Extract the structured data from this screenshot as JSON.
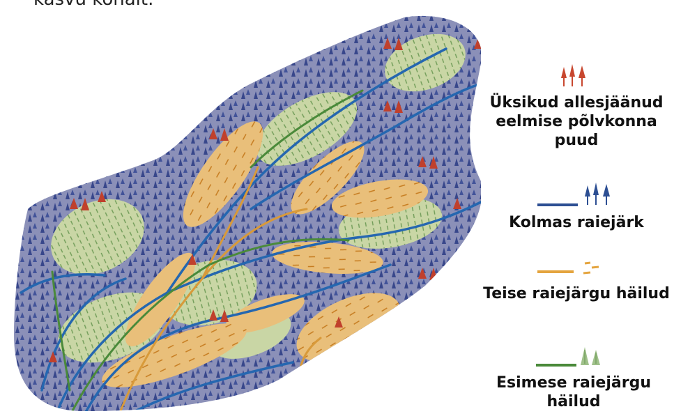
{
  "header": {
    "title_fragment": "kasvu kohalt."
  },
  "legend": [
    {
      "label": "Üksikud allesjäänud eelmise põlvkonna puud",
      "icon": "red-trees-icon",
      "color": "#c8472f"
    },
    {
      "label": "Kolmas raiejärk",
      "icon": "blue-line-trees-icon",
      "color": "#2d4f93"
    },
    {
      "label": "Teise raiejärgu häilud",
      "icon": "orange-line-dashes-icon",
      "color": "#e4a43e"
    },
    {
      "label": "Esimese raiejärgu häilud",
      "icon": "green-line-seedlings-icon",
      "color": "#4a8a3a"
    }
  ],
  "colors": {
    "forest_matrix": "#8b90b8",
    "dense_trees": "#2f3f86",
    "first_cut_gaps": "#c9d6a5",
    "second_cut_gaps": "#e9bf7a",
    "streams": "#2567b0",
    "old_trees": "#c0402c"
  }
}
